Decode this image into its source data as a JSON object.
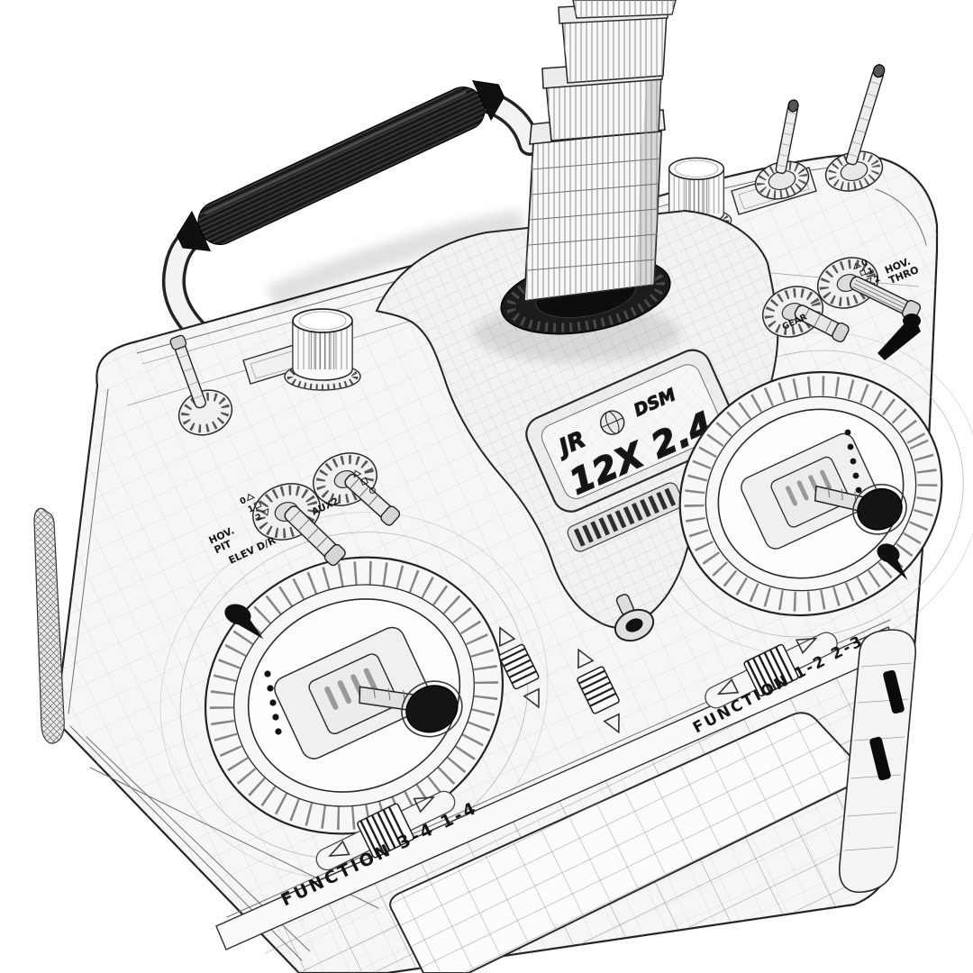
{
  "scene": {
    "type": "3d-wireframe-product-render",
    "subject": "RC radio transmitter wireframe model",
    "background": "#ffffff",
    "line_color": "#232323",
    "body_fill": "#f6f6f6",
    "dark_fill": "#141414"
  },
  "badge": {
    "brand": "JR",
    "tech": "DSM",
    "model": "12X 2.4"
  },
  "labels": {
    "left": {
      "hov_line1": "HOV.",
      "hov_line2": "PIT",
      "elev": "ELEV D/R",
      "aux": "AUX2",
      "marks": [
        "0",
        "1",
        "2"
      ]
    },
    "right": {
      "hov_line1": "HOV.",
      "hov_line2": "THRO",
      "gear": "GEAR",
      "marks": [
        "0",
        "1",
        "2"
      ]
    }
  },
  "trims": {
    "right_label": "FUNCTION 1-2 2-3",
    "bottom_label": "FUNCTION 3-4 1-4"
  }
}
